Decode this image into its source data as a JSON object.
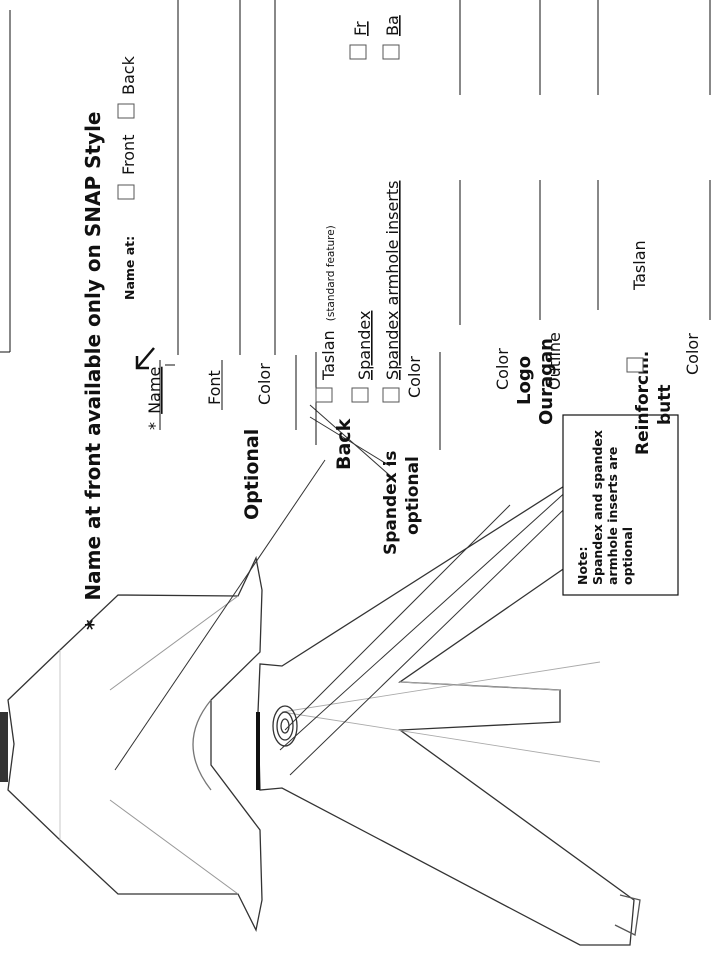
{
  "heading": {
    "star": "*",
    "text": "Name at front available only on SNAP Style"
  },
  "name_at": {
    "label": "Name at:",
    "options": [
      "Front",
      "Back"
    ]
  },
  "name_section": {
    "name_star": "*",
    "name_label": "Name",
    "font_label": "Font",
    "color_label": "Color",
    "optional_label": "Optional"
  },
  "back_section": {
    "label": "Back",
    "options": [
      "Taslan",
      "Spandex",
      "Spandex  armhole inserts"
    ],
    "taslan_note": "(standard feature)",
    "color_label": "Color",
    "spandex_note": [
      "Spandex is",
      "optional"
    ],
    "partial_options": [
      "Fr",
      "Ba"
    ]
  },
  "logo_section": {
    "label": [
      "Logo",
      "Ouragan"
    ],
    "color_label": "Color",
    "outline_label": "Outline"
  },
  "reinforcement_section": {
    "label": [
      "Reinforcm.",
      "butt"
    ],
    "option": "Taslan",
    "color_label": "Color"
  },
  "note_box": {
    "title": "Note:",
    "lines": [
      "Spandex and spandex",
      "armhole inserts are",
      "optional"
    ]
  }
}
